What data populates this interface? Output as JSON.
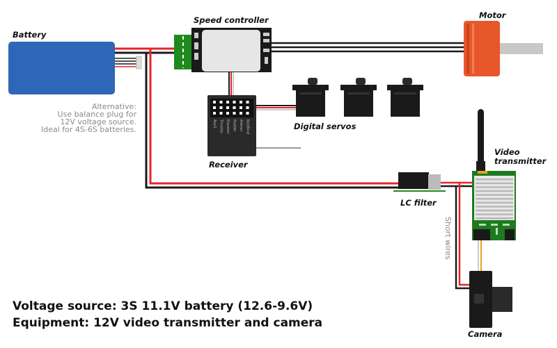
{
  "labels": {
    "battery": "Battery",
    "speed_controller": "Speed controller",
    "motor": "Motor",
    "digital_servos": "Digital servos",
    "receiver": "Receiver",
    "video_transmitter_line1": "Video",
    "video_transmitter_line2": "transmitter",
    "lc_filter": "LC filter",
    "camera": "Camera",
    "short_wires": "Short wires"
  },
  "note": [
    "Alternative:",
    "Use balance plug for",
    "12V voltage source.",
    "Ideal for 4S-6S batteries."
  ],
  "receiver_channels": [
    "Aux1",
    "Throttle",
    "Elevator",
    "Rudder",
    "Aileron",
    "Bat/Bind"
  ],
  "footer": {
    "line1": "Voltage source: 3S 11.1V battery (12.6-9.6V)",
    "line2": "Equipment: 12V video transmitter and camera"
  },
  "colors": {
    "battery": "#2f67b8",
    "motor": "#e8572a",
    "pcb": "#1e7a1e",
    "wire_positive": "#e8232a",
    "wire_negative": "#1a1a1a",
    "video_signal": "#f0a020"
  }
}
